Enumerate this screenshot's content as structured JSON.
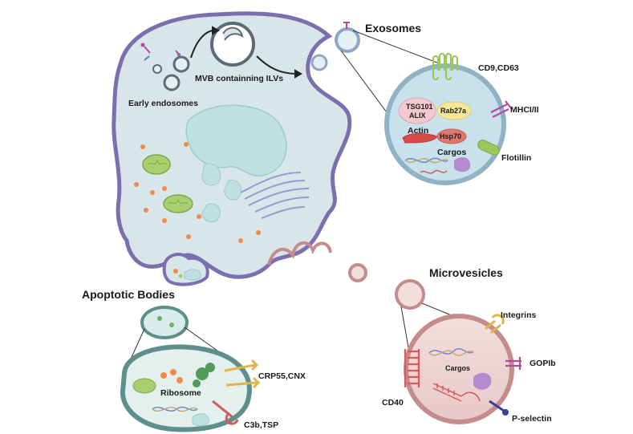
{
  "labels": {
    "exosomes": "Exosomes",
    "early_endosomes": "Early endosomes",
    "mvb": "MVB containning ILVs",
    "cd9_cd63": "CD9,CD63",
    "tsg101": "TSG101",
    "alix": "ALIX",
    "rab27a": "Rab27a",
    "mhc": "MHCI/II",
    "actin": "Actin",
    "hsp70": "Hsp70",
    "cargos_exo": "Cargos",
    "flotillin": "Flotillin",
    "apoptotic_bodies": "Apoptotic Bodies",
    "ribosome": "Ribosome",
    "crp55_cnx": "CRP55,CNX",
    "c3b_tsp": "C3b,TSP",
    "microvesicles": "Microvesicles",
    "integrins": "Integrins",
    "cargos_mv": "Cargos",
    "gopib": "GOPIb",
    "cd40": "CD40",
    "p_selectin": "P-selectin"
  },
  "colors": {
    "cell_fill": "#d8e6ea",
    "membrane": "#7d6fae",
    "membrane_dark": "#5b4f8e",
    "teal_membrane": "#5f8f8c",
    "pink_membrane": "#c58c8c",
    "nucleus": "#bfe0e0",
    "mitochondria": "#a7cf6f",
    "granule": "#f08a4b",
    "er": "#8f9fd0",
    "green_receptor": "#9cc85a",
    "magenta_receptor": "#b34aa0",
    "red_receptor": "#d65a5a",
    "gold_receptor": "#e2b54a",
    "navy_receptor": "#3b3f9a",
    "purple_cargo": "#b58bd0"
  }
}
